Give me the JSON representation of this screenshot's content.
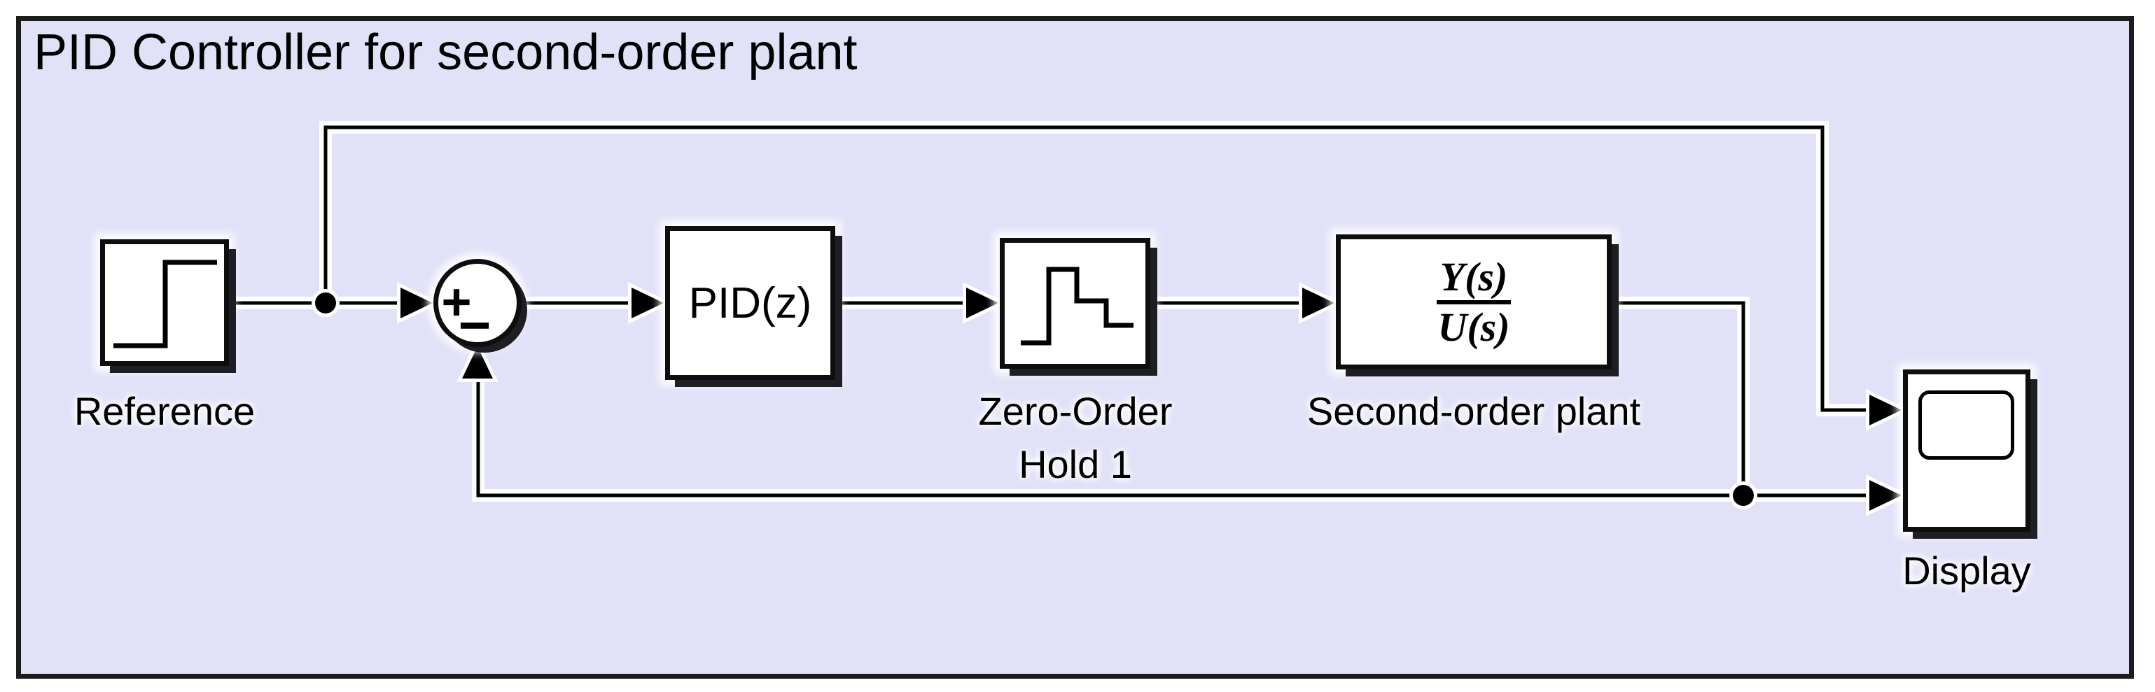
{
  "title": "PID Controller for second-order plant",
  "colors": {
    "page-bg": "#ffffff",
    "diagram-bg": "#e1e1f8",
    "frame-border": "#1c1c1c",
    "block-border": "#0e0e0e",
    "block-fill": "#ffffff",
    "wire": "#000000",
    "shadow": "#1e1e24",
    "text": "#000000"
  },
  "blocks": {
    "reference": {
      "label": "Reference",
      "icon": "step-signal"
    },
    "sum": {
      "plus_sign": "+",
      "minus_sign": "−"
    },
    "pid": {
      "label": "PID(z)"
    },
    "zero_order_hold": {
      "label_line1": "Zero-Order",
      "label_line2": "Hold 1",
      "icon": "staircase-signal"
    },
    "plant": {
      "numerator": "Y(s)",
      "denominator": "U(s)",
      "label": "Second-order plant"
    },
    "display": {
      "label": "Display",
      "icon": "scope-screen"
    }
  }
}
